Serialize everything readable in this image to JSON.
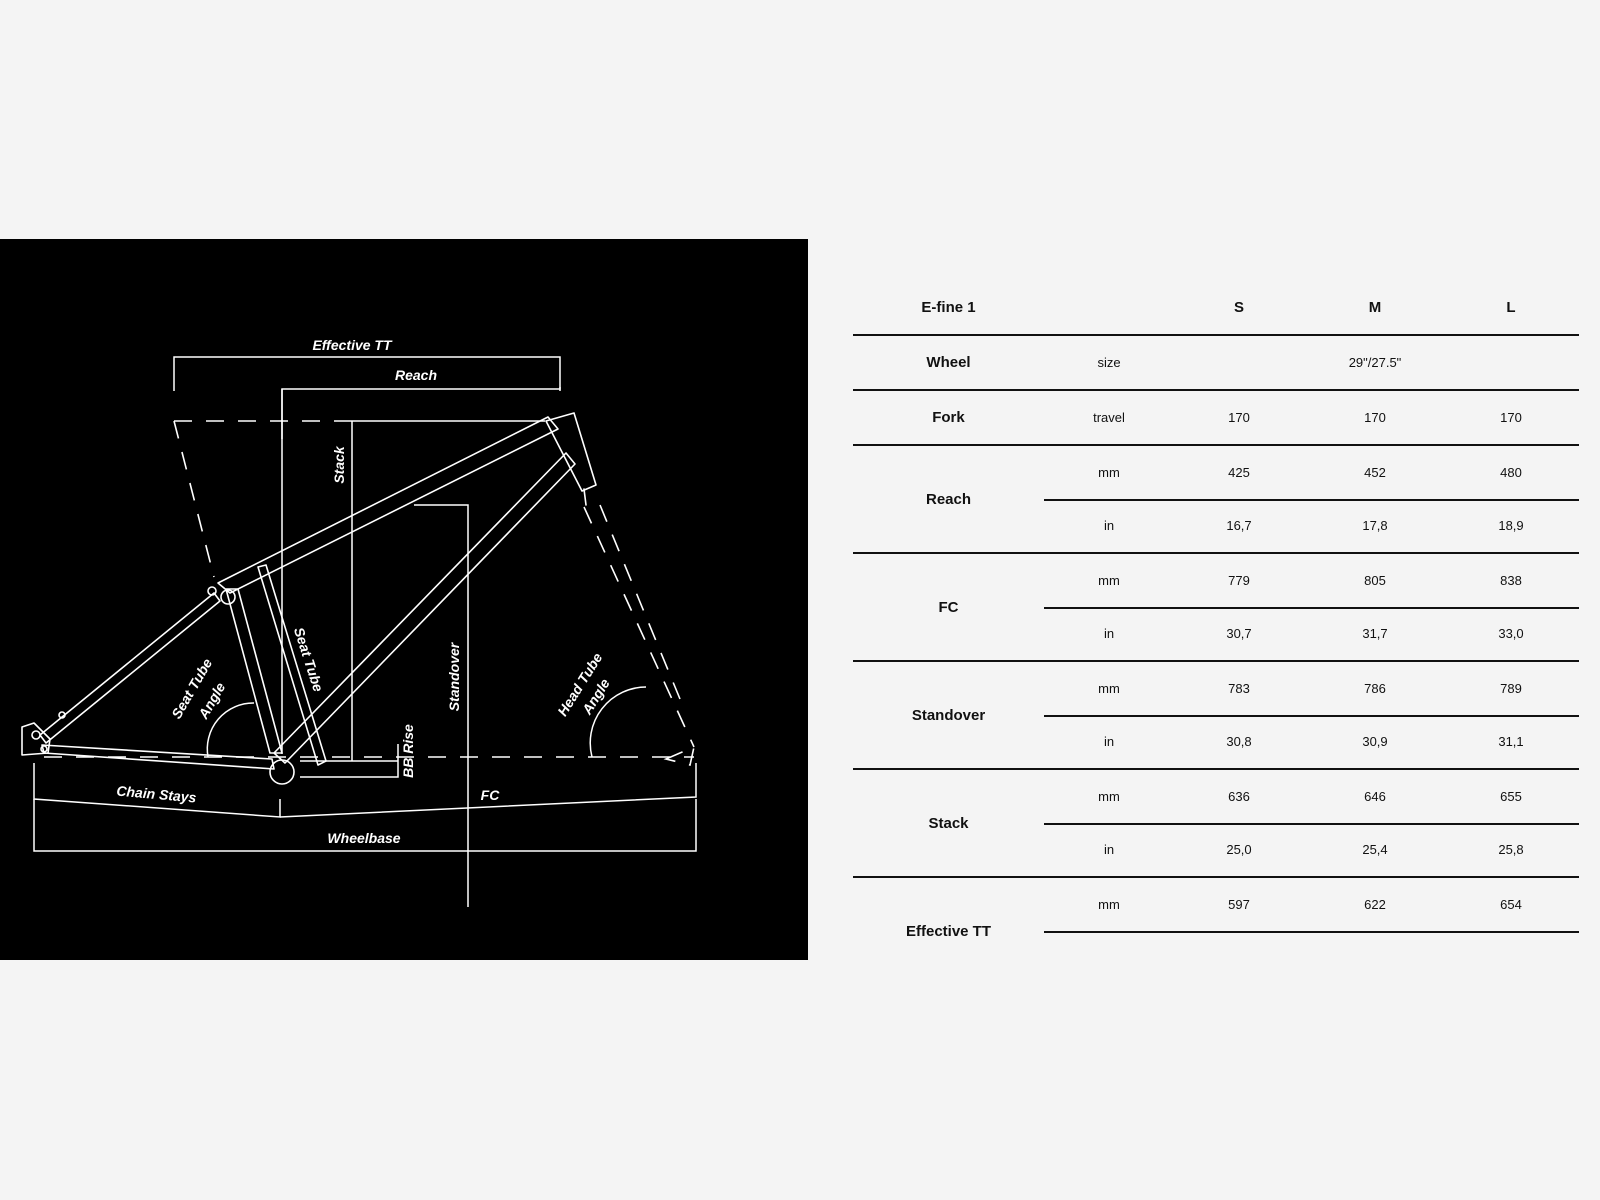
{
  "diagram": {
    "labels": {
      "effective_tt": "Effective TT",
      "reach": "Reach",
      "stack": "Stack",
      "seat_tube": "Seat Tube",
      "seat_tube_angle_1": "Seat Tube",
      "seat_tube_angle_2": "Angle",
      "standover": "Standover",
      "head_tube_angle_1": "Head Tube",
      "head_tube_angle_2": "Angle",
      "bb_rise": "BB Rise",
      "chain_stays": "Chain Stays",
      "fc": "FC",
      "wheelbase": "Wheelbase"
    }
  },
  "table": {
    "model": "E-fine 1",
    "sizes": [
      "S",
      "M",
      "L"
    ],
    "wheel": {
      "name": "Wheel",
      "unit": "size",
      "value": "29\"/27.5\""
    },
    "fork": {
      "name": "Fork",
      "unit": "travel",
      "values": [
        "170",
        "170",
        "170"
      ]
    },
    "groups": [
      {
        "name": "Reach",
        "rows": [
          {
            "unit": "mm",
            "values": [
              "425",
              "452",
              "480"
            ]
          },
          {
            "unit": "in",
            "values": [
              "16,7",
              "17,8",
              "18,9"
            ]
          }
        ]
      },
      {
        "name": "FC",
        "rows": [
          {
            "unit": "mm",
            "values": [
              "779",
              "805",
              "838"
            ]
          },
          {
            "unit": "in",
            "values": [
              "30,7",
              "31,7",
              "33,0"
            ]
          }
        ]
      },
      {
        "name": "Standover",
        "rows": [
          {
            "unit": "mm",
            "values": [
              "783",
              "786",
              "789"
            ]
          },
          {
            "unit": "in",
            "values": [
              "30,8",
              "30,9",
              "31,1"
            ]
          }
        ]
      },
      {
        "name": "Stack",
        "rows": [
          {
            "unit": "mm",
            "values": [
              "636",
              "646",
              "655"
            ]
          },
          {
            "unit": "in",
            "values": [
              "25,0",
              "25,4",
              "25,8"
            ]
          }
        ]
      },
      {
        "name": "Effective TT",
        "rows": [
          {
            "unit": "mm",
            "values": [
              "597",
              "622",
              "654"
            ]
          }
        ]
      }
    ]
  }
}
